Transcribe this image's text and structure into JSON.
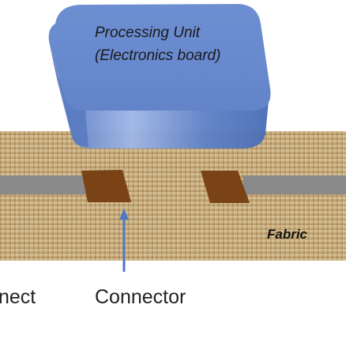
{
  "processing_unit": {
    "line1": "Processing Unit",
    "line2": "(Electronics board)",
    "color": "#6a8bcf"
  },
  "fabric": {
    "label": "Fabric",
    "color": "#c8a978"
  },
  "interconnect": {
    "label": "nect",
    "color": "#8a8a8a"
  },
  "connector": {
    "label": "Connector",
    "color": "#7a4316"
  },
  "arrow": {
    "color": "#4f77c4"
  }
}
